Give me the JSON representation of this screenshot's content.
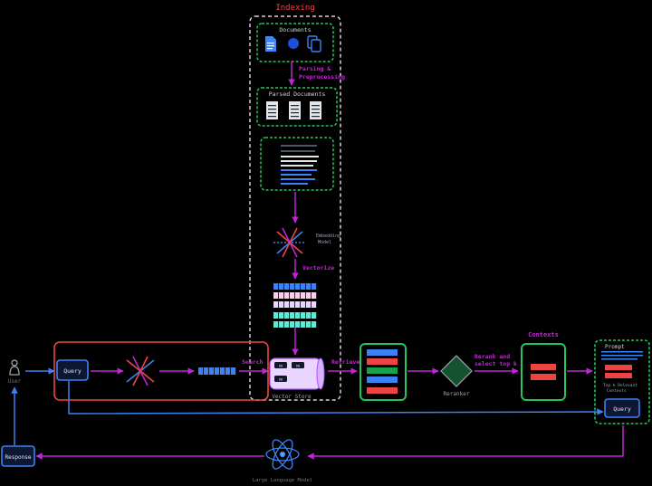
{
  "indexing": {
    "title": "Indexing"
  },
  "documents": {
    "label": "Documents",
    "icons": [
      "google-doc-icon",
      "blue-circle-icon",
      "copy-document-icon"
    ]
  },
  "parsing": {
    "label_line1": "Parsing &",
    "label_line2": "Preprocessing"
  },
  "parsed_documents": {
    "label": "Parsed Documents"
  },
  "embedding_model": {
    "label_line1": "Embedding",
    "label_line2": "Model"
  },
  "vectorize": {
    "label": "Vectorize"
  },
  "user": {
    "label": "User"
  },
  "query": {
    "label": "Query"
  },
  "search": {
    "label": "Search"
  },
  "vector_store": {
    "label": "Vector Store",
    "tags": [
      "DB",
      "DB",
      "DB"
    ]
  },
  "retrieve": {
    "label": "Retrieve"
  },
  "reranker": {
    "label": "Reranker"
  },
  "rerank_select": {
    "label_line1": "Rerank and",
    "label_line2": "select top k"
  },
  "contexts": {
    "label": "Contexts"
  },
  "prompt": {
    "label": "Prompt",
    "caption_line1": "Top k Relevant",
    "caption_line2": "Contexts",
    "query_label": "Query"
  },
  "response": {
    "label": "Response"
  },
  "llm": {
    "label": "Large Language Model"
  },
  "colors": {
    "green": "#22c55e",
    "purple": "#c026d3",
    "blue": "#3b82f6",
    "red": "#ef4444",
    "orange_red": "#f26b5b",
    "teal": "#5eead4",
    "lavender": "#e9d5ff",
    "pink": "#fbcfe8",
    "gray": "#d4d4d4"
  }
}
